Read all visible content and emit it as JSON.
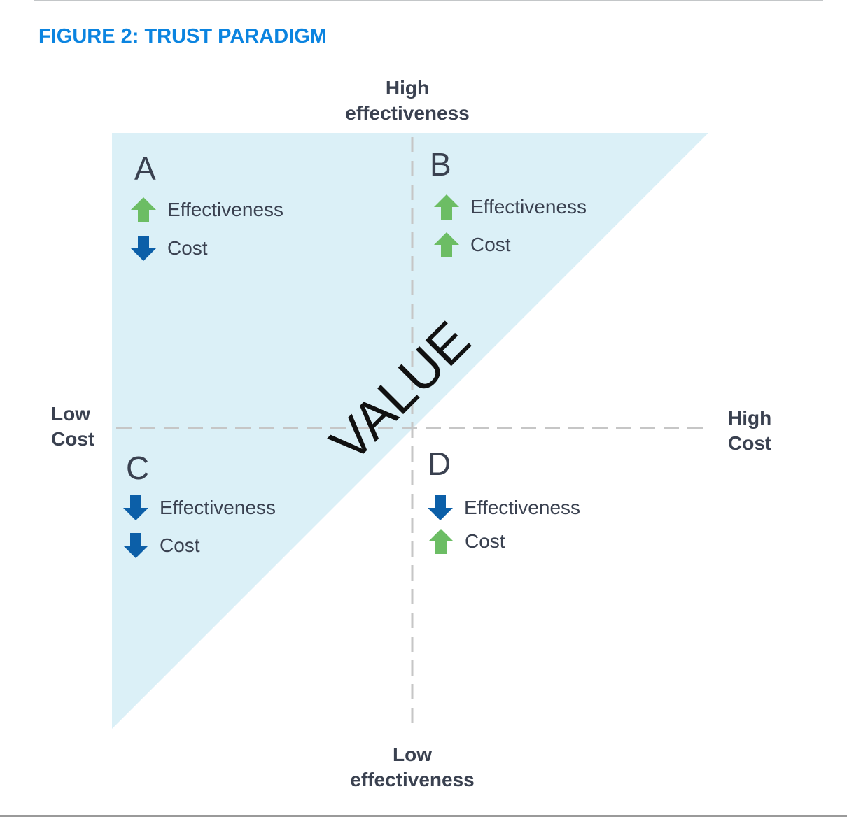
{
  "title": "FIGURE 2: TRUST PARADIGM",
  "axes": {
    "top": [
      "High",
      "effectiveness"
    ],
    "bottom": [
      "Low",
      "effectiveness"
    ],
    "left": [
      "Low",
      "Cost"
    ],
    "right": [
      "High",
      "Cost"
    ]
  },
  "center_label": "VALUE",
  "colors": {
    "up": "#6cbd64",
    "down": "#0c5fa8",
    "region": "#dbf0f7",
    "title": "#0b84e0"
  },
  "quadrants": {
    "A": {
      "letter": "A",
      "items": [
        {
          "label": "Effectiveness",
          "dir": "up"
        },
        {
          "label": "Cost",
          "dir": "down"
        }
      ]
    },
    "B": {
      "letter": "B",
      "items": [
        {
          "label": "Effectiveness",
          "dir": "up"
        },
        {
          "label": "Cost",
          "dir": "up"
        }
      ]
    },
    "C": {
      "letter": "C",
      "items": [
        {
          "label": "Effectiveness",
          "dir": "down"
        },
        {
          "label": "Cost",
          "dir": "down"
        }
      ]
    },
    "D": {
      "letter": "D",
      "items": [
        {
          "label": "Effectiveness",
          "dir": "down"
        },
        {
          "label": "Cost",
          "dir": "up"
        }
      ]
    }
  }
}
